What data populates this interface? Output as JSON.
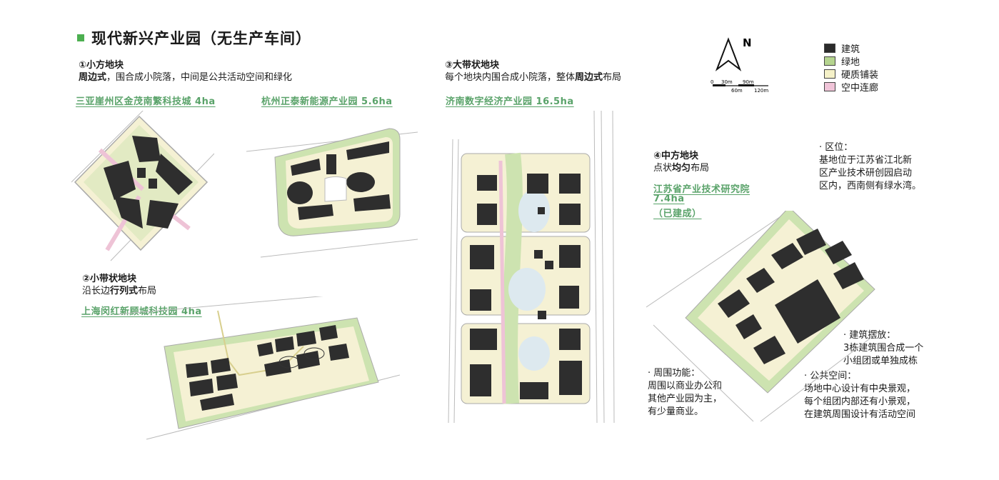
{
  "title": "现代新兴产业园（无生产车间）",
  "sections": {
    "s1": {
      "heading": "①小方地块",
      "desc_bold": "周边式",
      "desc_rest": "，围合成小院落，中间是公共活动空间和绿化"
    },
    "s2": {
      "heading": "②小带状地块",
      "desc_pre": "沿长边",
      "desc_bold": "行列式",
      "desc_post": "布局"
    },
    "s3": {
      "heading": "③大带状地块",
      "desc_pre": "每个地块内围合成小院落，整体",
      "desc_bold": "周边式",
      "desc_post": "布局"
    },
    "s4": {
      "heading": "④中方地块",
      "desc_pre": "点状",
      "desc_bold": "均匀",
      "desc_post": "布局"
    }
  },
  "projects": {
    "p1": "三亚崖州区金茂南繁科技城  4ha",
    "p2": "杭州正泰新能源产业园  5.6ha",
    "p3": "上海闵红新顾城科技园  4ha",
    "p4": "济南数字经济产业园  16.5ha",
    "p5_line1": "江苏省产业技术研究院",
    "p5_line2": "7.4ha",
    "p5_line3": "（已建成）"
  },
  "notes": {
    "location_label": "· 区位：",
    "location_text": [
      "基地位于江苏省江北新",
      "区产业技术研创园启动",
      "区内，西南侧有绿水湾。"
    ],
    "building_label": "· 建筑摆放：",
    "building_text": [
      "3栋建筑围合成一个",
      "小组团或单独成栋"
    ],
    "surround_label": "· 周围功能：",
    "surround_text": [
      "周围以商业办公和",
      "其他产业园为主，",
      "有少量商业。"
    ],
    "public_label": "· 公共空间：",
    "public_text": [
      "场地中心设计有中央景观，",
      "每个组团内部还有小景观，",
      "在建筑周围设计有活动空间"
    ]
  },
  "compass": {
    "label": "N"
  },
  "scale": {
    "top": [
      "0",
      "30m",
      "90m"
    ],
    "bottom": [
      "60m",
      "120m"
    ]
  },
  "legend": [
    {
      "label": "建筑",
      "color": "#2b2b2b"
    },
    {
      "label": "绿地",
      "color": "#b5d48f"
    },
    {
      "label": "硬质铺装",
      "color": "#f5f1c8"
    },
    {
      "label": "空中连廊",
      "color": "#f0c4d8"
    }
  ],
  "colors": {
    "building": "#2e2e2e",
    "green": "#cde3b0",
    "paving": "#f5f1d4",
    "corridor": "#eec3d6",
    "road": "#ffffff",
    "accent": "#5aa36a"
  }
}
